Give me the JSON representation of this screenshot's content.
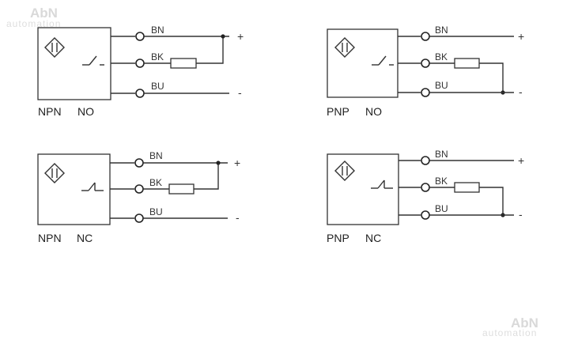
{
  "watermark": {
    "brand": "AbN",
    "sub": "automation"
  },
  "diagrams": [
    {
      "id": "npn-no",
      "wires": [
        "BN",
        "BK",
        "BU"
      ],
      "polarity_plus": "+",
      "polarity_minus": "-",
      "caption_type": "NPN",
      "caption_contact": "NO",
      "load_between": "BK-BN",
      "contact": "normally-open"
    },
    {
      "id": "pnp-no",
      "wires": [
        "BN",
        "BK",
        "BU"
      ],
      "polarity_plus": "+",
      "polarity_minus": "-",
      "caption_type": "PNP",
      "caption_contact": "NO",
      "load_between": "BK-BU",
      "contact": "normally-open"
    },
    {
      "id": "npn-nc",
      "wires": [
        "BN",
        "BK",
        "BU"
      ],
      "polarity_plus": "+",
      "polarity_minus": "-",
      "caption_type": "NPN",
      "caption_contact": "NC",
      "load_between": "BK-BN",
      "contact": "normally-closed"
    },
    {
      "id": "pnp-nc",
      "wires": [
        "BN",
        "BK",
        "BU"
      ],
      "polarity_plus": "+",
      "polarity_minus": "-",
      "caption_type": "PNP",
      "caption_contact": "NC",
      "load_between": "BK-BU",
      "contact": "normally-closed"
    }
  ]
}
